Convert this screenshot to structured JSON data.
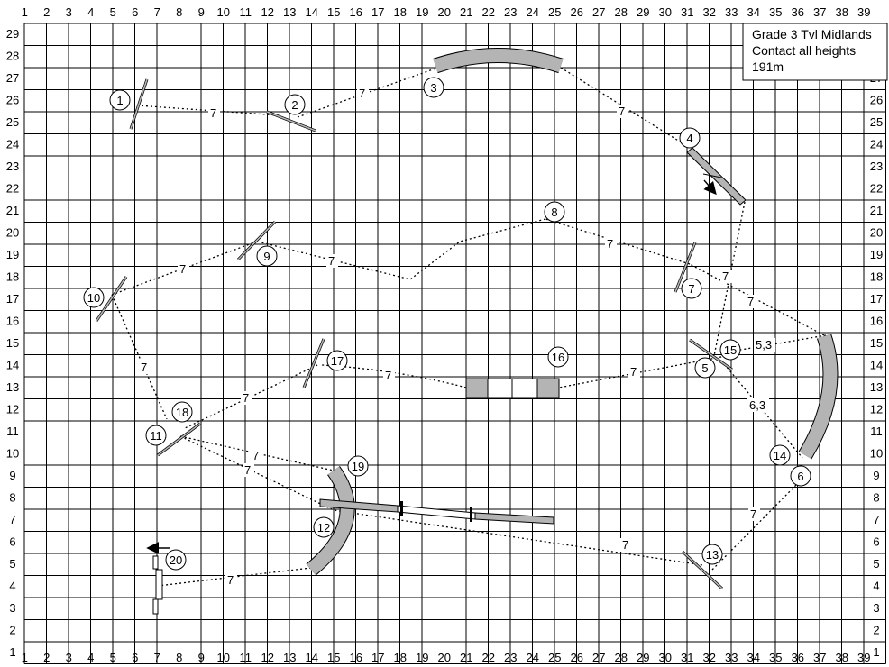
{
  "info_box": {
    "line1": "Grade 3 Tvl Midlands",
    "line2": "Contact all heights",
    "line3": "191m"
  },
  "axes": {
    "x_labels": [
      "1",
      "2",
      "3",
      "4",
      "5",
      "6",
      "7",
      "8",
      "9",
      "10",
      "11",
      "12",
      "13",
      "14",
      "15",
      "16",
      "17",
      "18",
      "19",
      "20",
      "21",
      "22",
      "23",
      "24",
      "25",
      "26",
      "27",
      "28",
      "29",
      "30",
      "31",
      "32",
      "33",
      "34",
      "35",
      "36",
      "37",
      "38",
      "39"
    ],
    "y_labels": [
      "29",
      "28",
      "27",
      "26",
      "25",
      "24",
      "23",
      "22",
      "21",
      "20",
      "19",
      "18",
      "17",
      "16",
      "15",
      "14",
      "13",
      "12",
      "11",
      "10",
      "9",
      "8",
      "7",
      "6",
      "5",
      "4",
      "3",
      "2",
      "1"
    ]
  },
  "obstacles": [
    {
      "id": "o1",
      "label": "1",
      "type": "hurdle"
    },
    {
      "id": "o2",
      "label": "2",
      "type": "hurdle"
    },
    {
      "id": "o3",
      "label": "3",
      "type": "tunnel"
    },
    {
      "id": "o4",
      "label": "4",
      "type": "seesaw"
    },
    {
      "id": "o5",
      "label": "5",
      "type": "hurdle"
    },
    {
      "id": "o6",
      "label": "6",
      "type": "tunnel"
    },
    {
      "id": "o7",
      "label": "7",
      "type": "hurdle"
    },
    {
      "id": "o8",
      "label": "8",
      "type": "marker"
    },
    {
      "id": "o9",
      "label": "9",
      "type": "hurdle"
    },
    {
      "id": "o10",
      "label": "10",
      "type": "hurdle"
    },
    {
      "id": "o11",
      "label": "11",
      "type": "hurdle"
    },
    {
      "id": "o12",
      "label": "12",
      "type": "tunnel"
    },
    {
      "id": "o13",
      "label": "13",
      "type": "hurdle"
    },
    {
      "id": "o14",
      "label": "14",
      "type": "tunnel"
    },
    {
      "id": "o15",
      "label": "15",
      "type": "hurdle"
    },
    {
      "id": "o16",
      "label": "16",
      "type": "a-frame"
    },
    {
      "id": "o17",
      "label": "17",
      "type": "hurdle"
    },
    {
      "id": "o18",
      "label": "18",
      "type": "hurdle"
    },
    {
      "id": "o19",
      "label": "19",
      "type": "tunnel"
    },
    {
      "id": "o20",
      "label": "20",
      "type": "finish"
    }
  ],
  "distances": [
    {
      "id": "d1",
      "text": "7"
    },
    {
      "id": "d2",
      "text": "7"
    },
    {
      "id": "d3",
      "text": "7"
    },
    {
      "id": "d4",
      "text": "7"
    },
    {
      "id": "d5",
      "text": "7"
    },
    {
      "id": "d6",
      "text": "7"
    },
    {
      "id": "d7",
      "text": "7"
    },
    {
      "id": "d8",
      "text": "7"
    },
    {
      "id": "d9",
      "text": "7"
    },
    {
      "id": "d10",
      "text": "7"
    },
    {
      "id": "d11",
      "text": "7"
    },
    {
      "id": "d12",
      "text": "7"
    },
    {
      "id": "d13",
      "text": "7"
    },
    {
      "id": "d14",
      "text": "7"
    },
    {
      "id": "d15",
      "text": "7"
    },
    {
      "id": "d16",
      "text": "7"
    },
    {
      "id": "d17",
      "text": "5,3"
    },
    {
      "id": "d18",
      "text": "6,3"
    },
    {
      "id": "d19",
      "text": "7"
    }
  ],
  "colors": {
    "grid": "#000000",
    "equipment_fill": "#b4b4b4",
    "equipment_dark": "#808080",
    "path": "#000000"
  }
}
